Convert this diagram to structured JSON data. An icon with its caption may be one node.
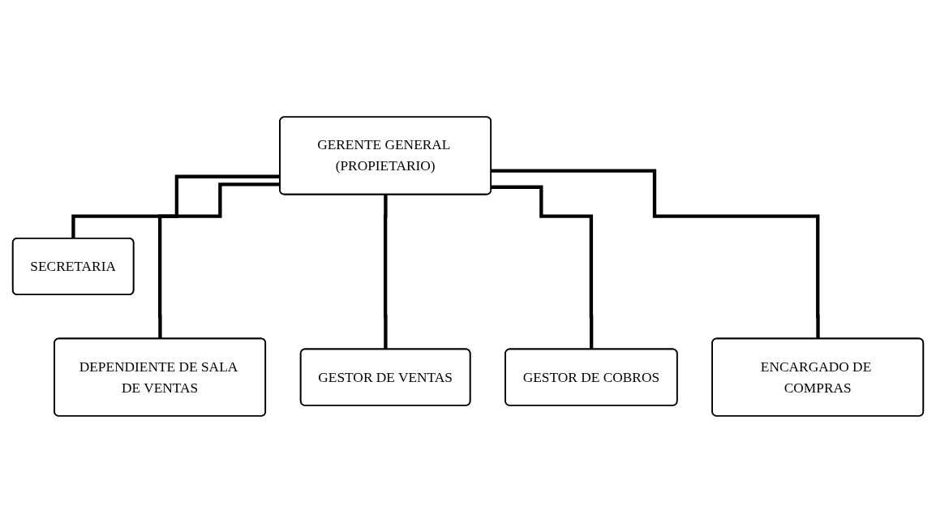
{
  "diagram": {
    "nodes": [
      {
        "text": [
          "GERENTE GENERAL (PROPIETARIO)"
        ]
      },
      {
        "text": [
          "SECRETARIA"
        ]
      },
      {
        "text": [
          "DEPENDIENTE DE SALA DE VENTAS"
        ]
      },
      {
        "text": [
          "GESTOR DE VENTAS"
        ]
      },
      {
        "text": [
          "GESTOR DE COBROS"
        ]
      },
      {
        "text": [
          "ENCARGADO DE COMPRAS"
        ]
      }
    ],
    "edges": [
      {
        "from": 0,
        "to": 1,
        "arrow": "none"
      },
      {
        "from": 0,
        "to": 2,
        "arrow": "none"
      },
      {
        "from": 0,
        "to": 3,
        "arrow": "none"
      },
      {
        "from": 0,
        "to": 4,
        "arrow": "none"
      },
      {
        "from": 0,
        "to": 5,
        "arrow": "none"
      }
    ]
  }
}
